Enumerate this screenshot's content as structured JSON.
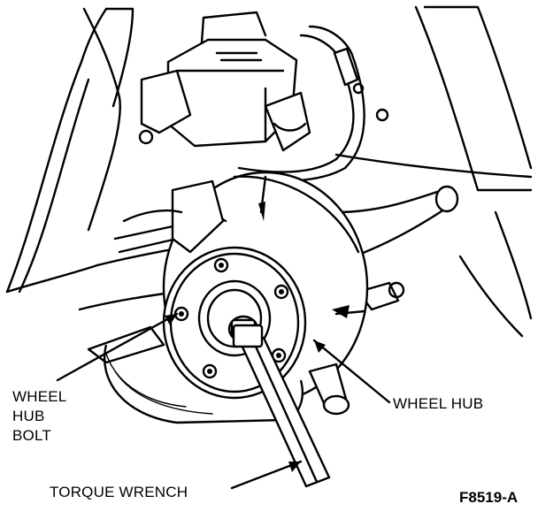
{
  "labels": {
    "wheel_hub_bolt": [
      "WHEEL",
      "HUB",
      "BOLT"
    ],
    "wheel_hub": "WHEEL HUB",
    "torque_wrench": "TORQUE WRENCH"
  },
  "figure_number": "F8519-A"
}
